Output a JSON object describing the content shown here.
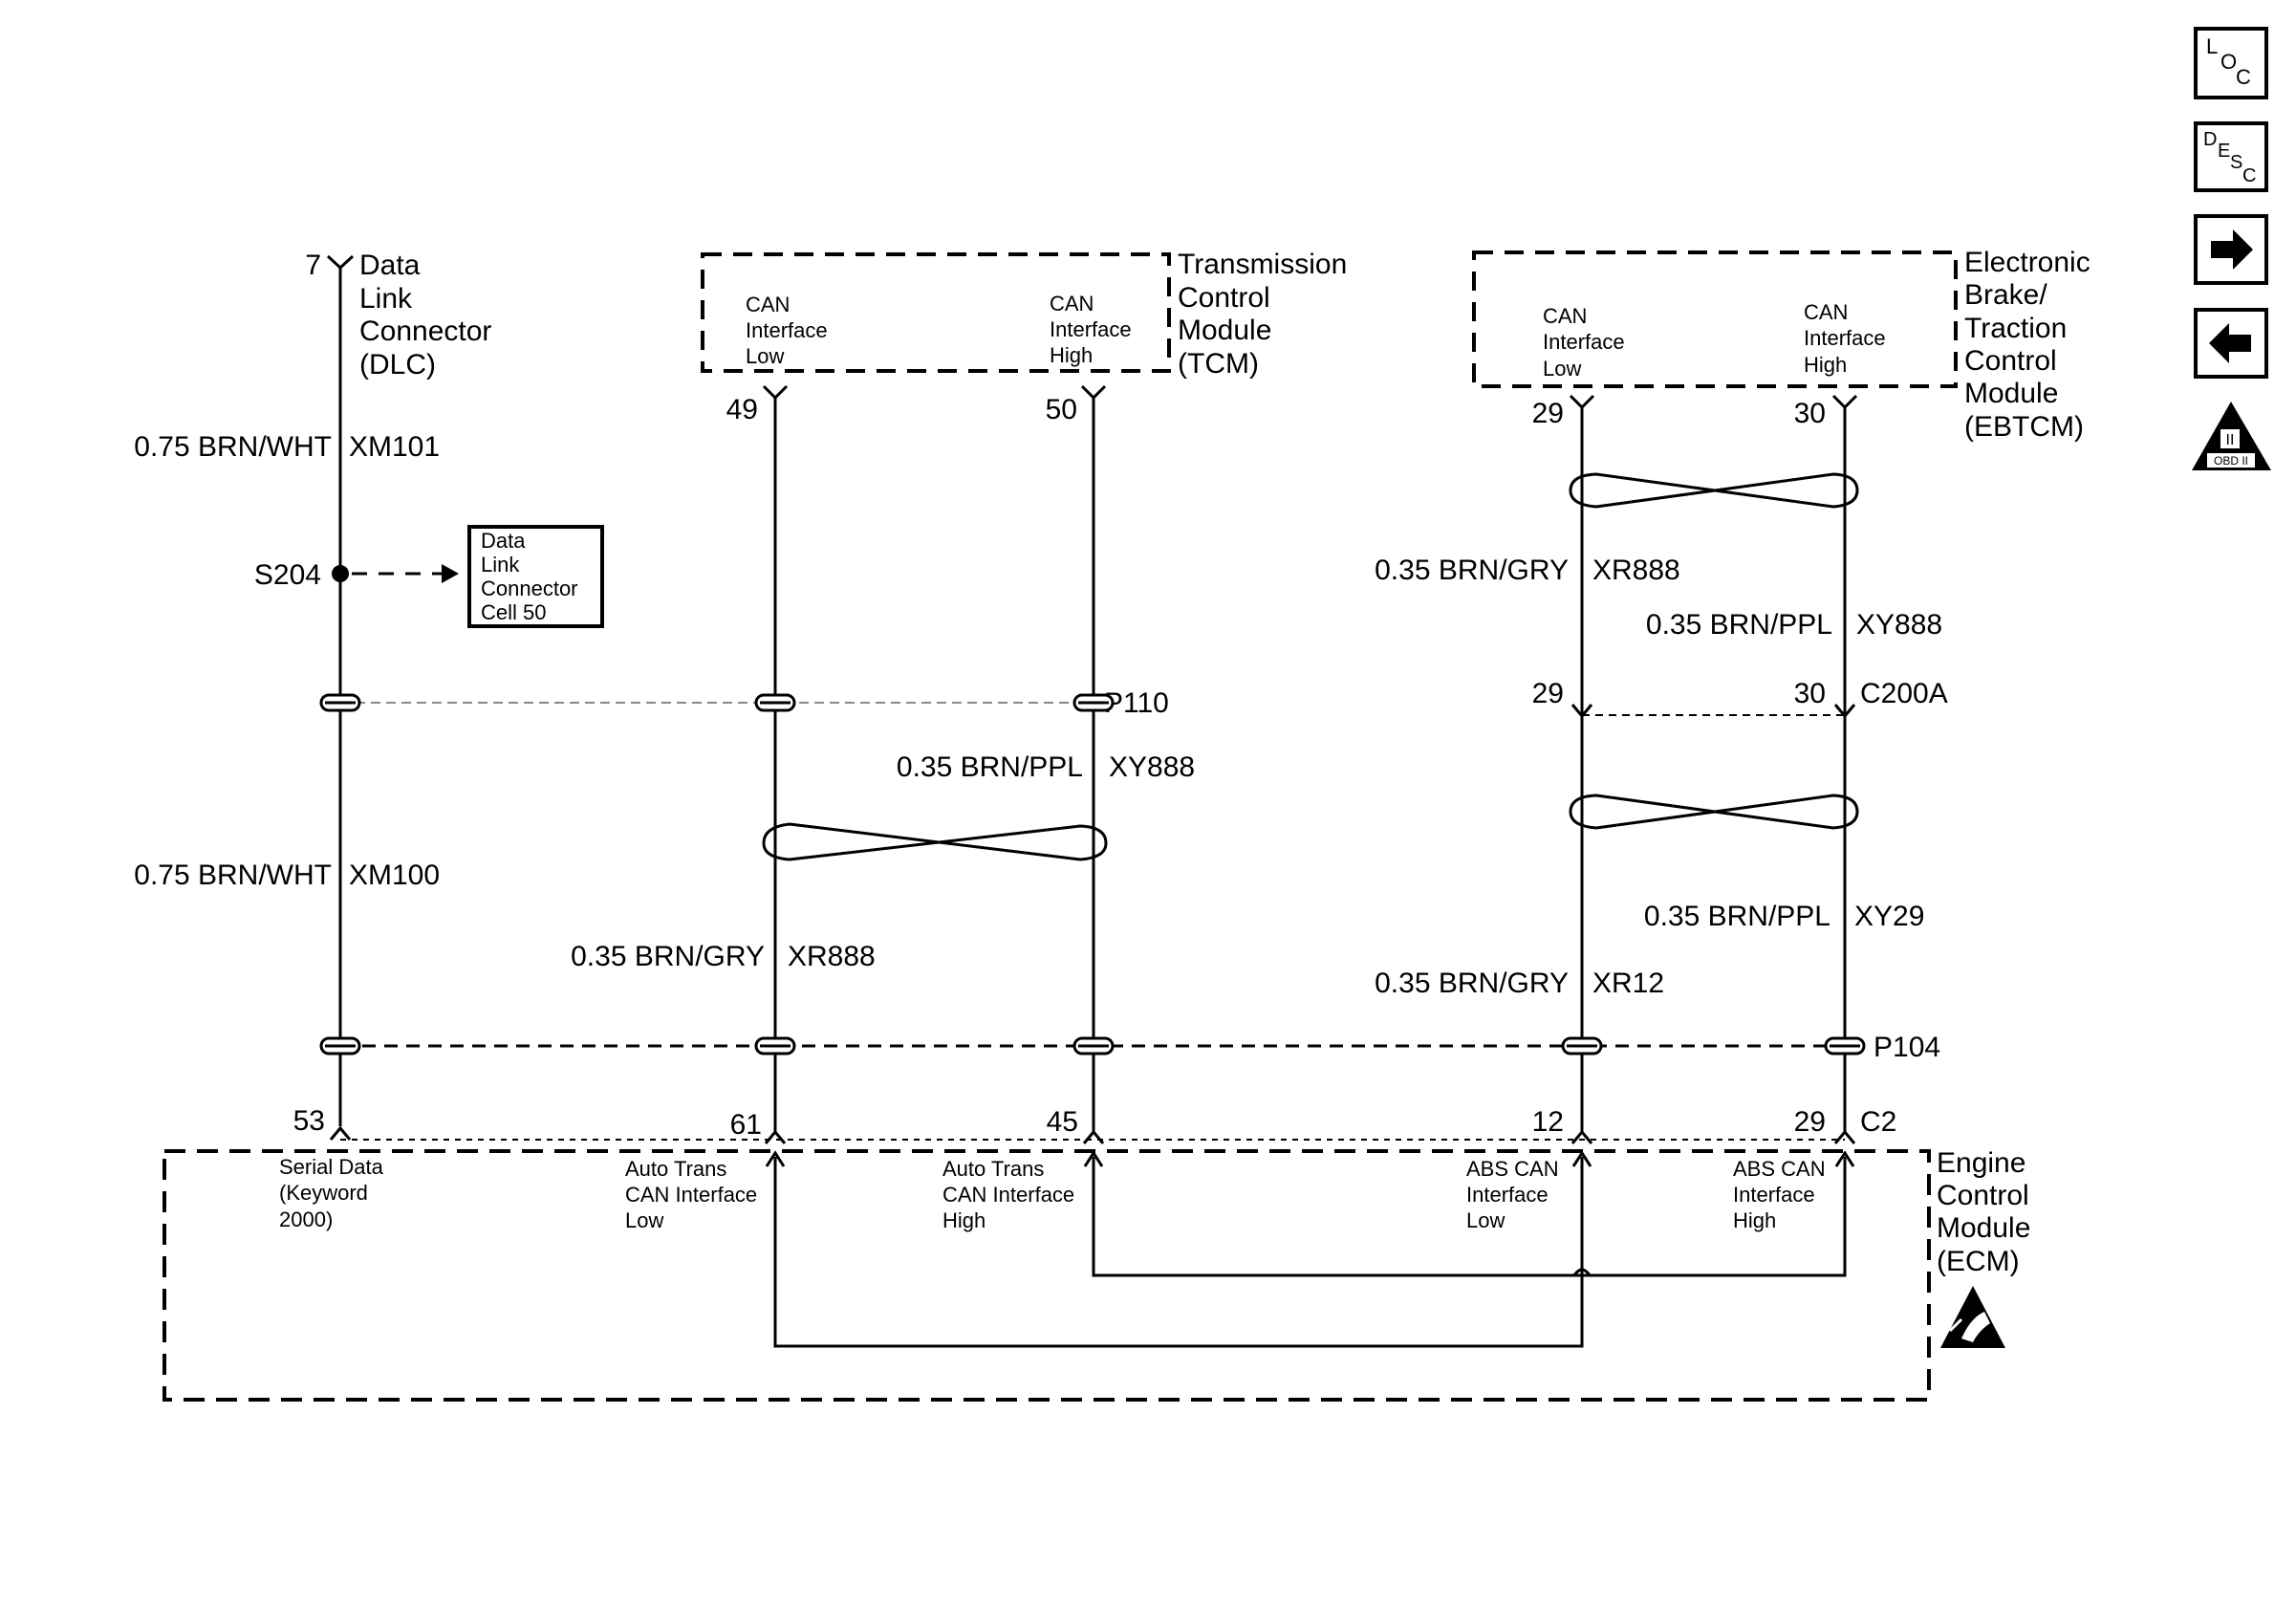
{
  "dlc": {
    "pin": "7",
    "name_lines": [
      "Data",
      "Link",
      "Connector",
      "(DLC)"
    ],
    "wire_upper": "0.75 BRN/WHT",
    "circuit_upper": "XM101",
    "splice": "S204",
    "ref_box_lines": [
      "Data",
      "Link",
      "Connector",
      "Cell 50"
    ],
    "wire_lower": "0.75 BRN/WHT",
    "circuit_lower": "XM100"
  },
  "tcm": {
    "name_lines": [
      "Transmission",
      "Control",
      "Module",
      "(TCM)"
    ],
    "low_lines": [
      "CAN",
      "Interface",
      "Low"
    ],
    "high_lines": [
      "CAN",
      "Interface",
      "High"
    ],
    "pin_low": "49",
    "pin_high": "50",
    "connector": "P110",
    "wire_high": "0.35 BRN/PPL",
    "circuit_high": "XY888",
    "wire_low": "0.35 BRN/GRY",
    "circuit_low": "XR888"
  },
  "ebtcm": {
    "name_lines": [
      "Electronic",
      "Brake/",
      "Traction",
      "Control",
      "Module",
      "(EBTCM)"
    ],
    "low_lines": [
      "CAN",
      "Interface",
      "Low"
    ],
    "high_lines": [
      "CAN",
      "Interface",
      "High"
    ],
    "pin_low": "29",
    "pin_high": "30",
    "wire_low_upper": "0.35 BRN/GRY",
    "circuit_low_upper": "XR888",
    "wire_high_upper": "0.35 BRN/PPL",
    "circuit_high_upper": "XY888",
    "inline_pin_low": "29",
    "inline_pin_high": "30",
    "inline_connector": "C200A",
    "wire_high_lower": "0.35 BRN/PPL",
    "circuit_high_lower": "XY29",
    "wire_low_lower": "0.35 BRN/GRY",
    "circuit_low_lower": "XR12"
  },
  "bottom_connector": "P104",
  "ecm": {
    "name_lines": [
      "Engine",
      "Control",
      "Module",
      "(ECM)"
    ],
    "connector": "C2",
    "pins": [
      "53",
      "61",
      "45",
      "12",
      "29"
    ],
    "serial_lines": [
      "Serial Data",
      "(Keyword",
      "2000)"
    ],
    "at_low_lines": [
      "Auto Trans",
      "CAN Interface",
      "Low"
    ],
    "at_high_lines": [
      "Auto Trans",
      "CAN Interface",
      "High"
    ],
    "abs_low_lines": [
      "ABS CAN",
      "Interface",
      "Low"
    ],
    "abs_high_lines": [
      "ABS CAN",
      "Interface",
      "High"
    ]
  },
  "side": {
    "loc": [
      "L",
      "O",
      "C"
    ],
    "desc": [
      "D",
      "E",
      "S",
      "C"
    ],
    "obd_top": "II",
    "obd_bottom": "OBD II",
    "icons": [
      "loc-icon",
      "desc-icon",
      "arrow-right-icon",
      "arrow-left-icon",
      "obd-ii-warning-icon"
    ]
  }
}
